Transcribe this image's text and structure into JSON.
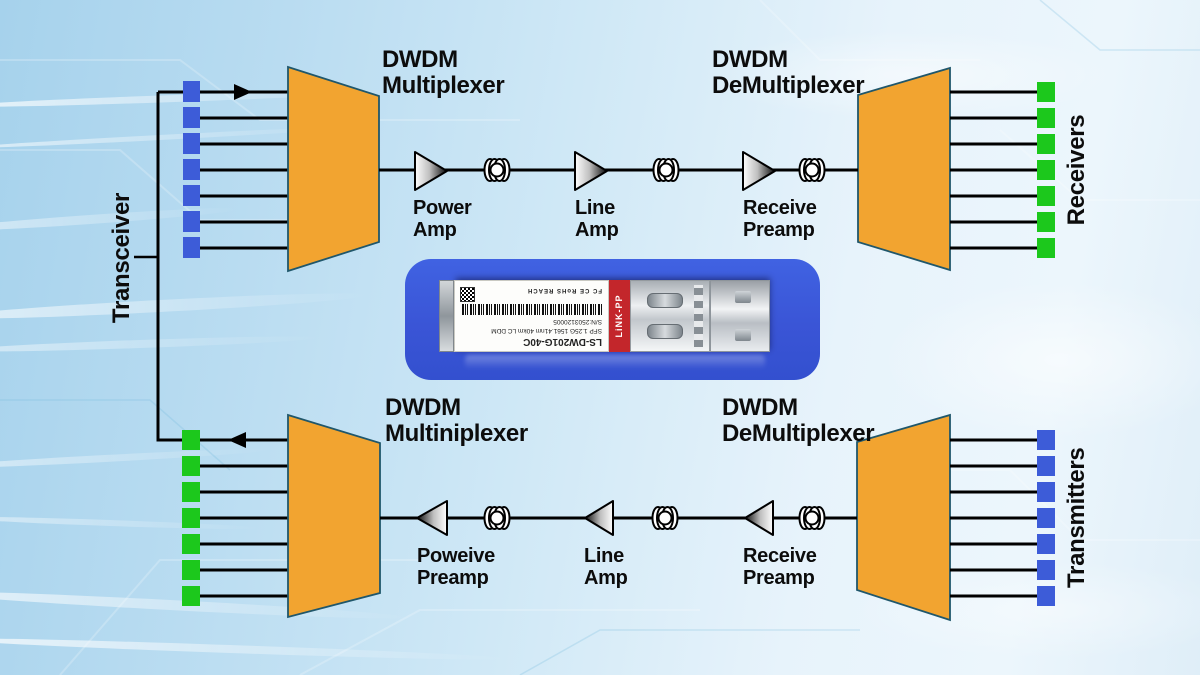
{
  "diagram": {
    "transceiver_label": "Transceiver",
    "receivers_label": "Receivers",
    "transmitters_label": "Transmitters",
    "top": {
      "mux": {
        "line1": "DWDM",
        "line2": "Multiplexer"
      },
      "demux": {
        "line1": "DWDM",
        "line2": "DeMultiplexer"
      },
      "amps": [
        {
          "line1": "Power",
          "line2": "Amp"
        },
        {
          "line1": "Line",
          "line2": "Amp"
        },
        {
          "line1": "Receive",
          "line2": "Preamp"
        }
      ]
    },
    "bottom": {
      "mux": {
        "line1": "DWDM",
        "line2": "Multiniplexer"
      },
      "demux": {
        "line1": "DWDM",
        "line2": "DeMultiplexer"
      },
      "amps": [
        {
          "line1": "Poweive",
          "line2": "Preamp"
        },
        {
          "line1": "Line",
          "line2": "Amp"
        },
        {
          "line1": "Receive",
          "line2": "Preamp"
        }
      ]
    }
  },
  "sfp": {
    "brand": "LiNK-PP",
    "model": "LS-DW201G-40C",
    "spec": "SFP 1.25G 1561.41nm 40km LC DDM",
    "serial": "S/N:2503120005",
    "certs": "FC CE RoHS REACH"
  },
  "colors": {
    "port_blue": "#3d5cd8",
    "port_green": "#1cc81c",
    "node_fill": "#f2a430",
    "node_stroke": "#20576b",
    "panel_blue": "#3a55d6",
    "brand_red": "#c3262b",
    "line_black": "#000000"
  }
}
